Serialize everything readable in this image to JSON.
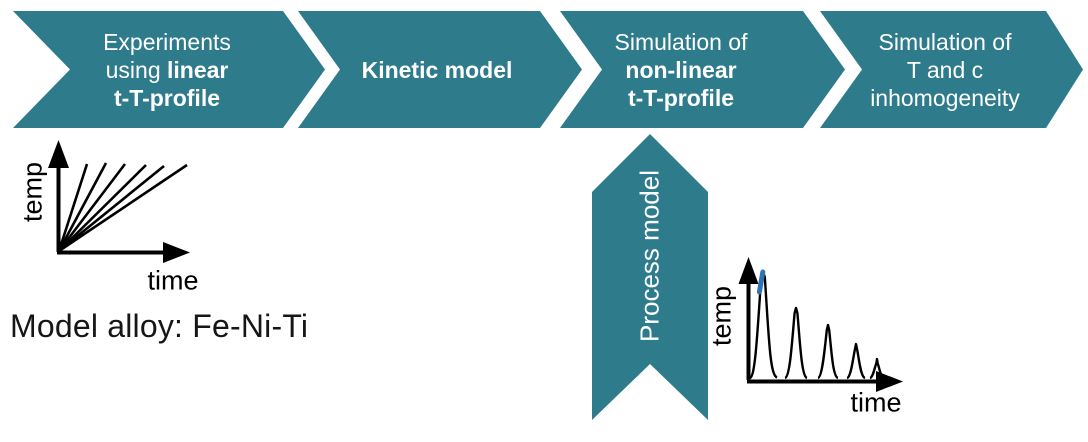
{
  "colors": {
    "teal": "#2e7b8c",
    "spike_blue": "#2e74b5",
    "ink": "#000000"
  },
  "flow_steps": [
    {
      "id": "experiments-linear-ttprofile",
      "lines": [
        {
          "pre": "Experiments",
          "bold": ""
        },
        {
          "pre": "using ",
          "bold": "linear"
        },
        {
          "pre": "",
          "bold": "t-T-profile"
        }
      ]
    },
    {
      "id": "kinetic-model",
      "lines": [
        {
          "pre": "",
          "bold": "Kinetic model"
        }
      ]
    },
    {
      "id": "simulation-nonlinear-ttprofile",
      "lines": [
        {
          "pre": "Simulation of",
          "bold": ""
        },
        {
          "pre": "",
          "bold": "non-linear"
        },
        {
          "pre": "",
          "bold": "t-T-profile"
        }
      ]
    },
    {
      "id": "simulation-t-c-inhomogeneity",
      "lines": [
        {
          "pre": "Simulation of",
          "bold": ""
        },
        {
          "pre": "T and c",
          "bold": ""
        },
        {
          "pre": "inhomogeneity",
          "bold": ""
        }
      ]
    }
  ],
  "process_banner": {
    "label": "Process model"
  },
  "annotation": {
    "model_alloy": "Model alloy: Fe-Ni-Ti"
  },
  "plots": {
    "linear_ramps": {
      "type": "line",
      "xlabel": "time",
      "ylabel": "temp",
      "series_count": 6,
      "description": "six straight heating ramps of increasing rate fanning out from the origin"
    },
    "pulse_profile": {
      "type": "line",
      "xlabel": "time",
      "ylabel": "temp",
      "peak_count": 5,
      "relative_peak_heights": [
        1.0,
        0.66,
        0.5,
        0.33,
        0.19
      ],
      "highlight": "tip of first peak marked blue"
    }
  }
}
